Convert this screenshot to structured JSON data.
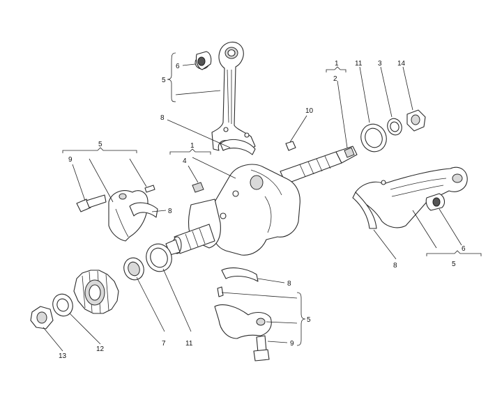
{
  "callouts": {
    "c5_top": "5",
    "c6_top": "6",
    "c8_top": "8",
    "c1_left": "1",
    "c4": "4",
    "c5_left": "5",
    "c9_left": "9",
    "c8_left": "8",
    "c10": "10",
    "c1_right": "1",
    "c2": "2",
    "c11_top": "11",
    "c3": "3",
    "c14": "14",
    "c6_right": "6",
    "c5_right": "5",
    "c8_right": "8",
    "c8_bottom": "8",
    "c5_bottom": "5",
    "c9_bottom": "9",
    "c7": "7",
    "c11_bottom": "11",
    "c12": "12",
    "c13": "13"
  }
}
